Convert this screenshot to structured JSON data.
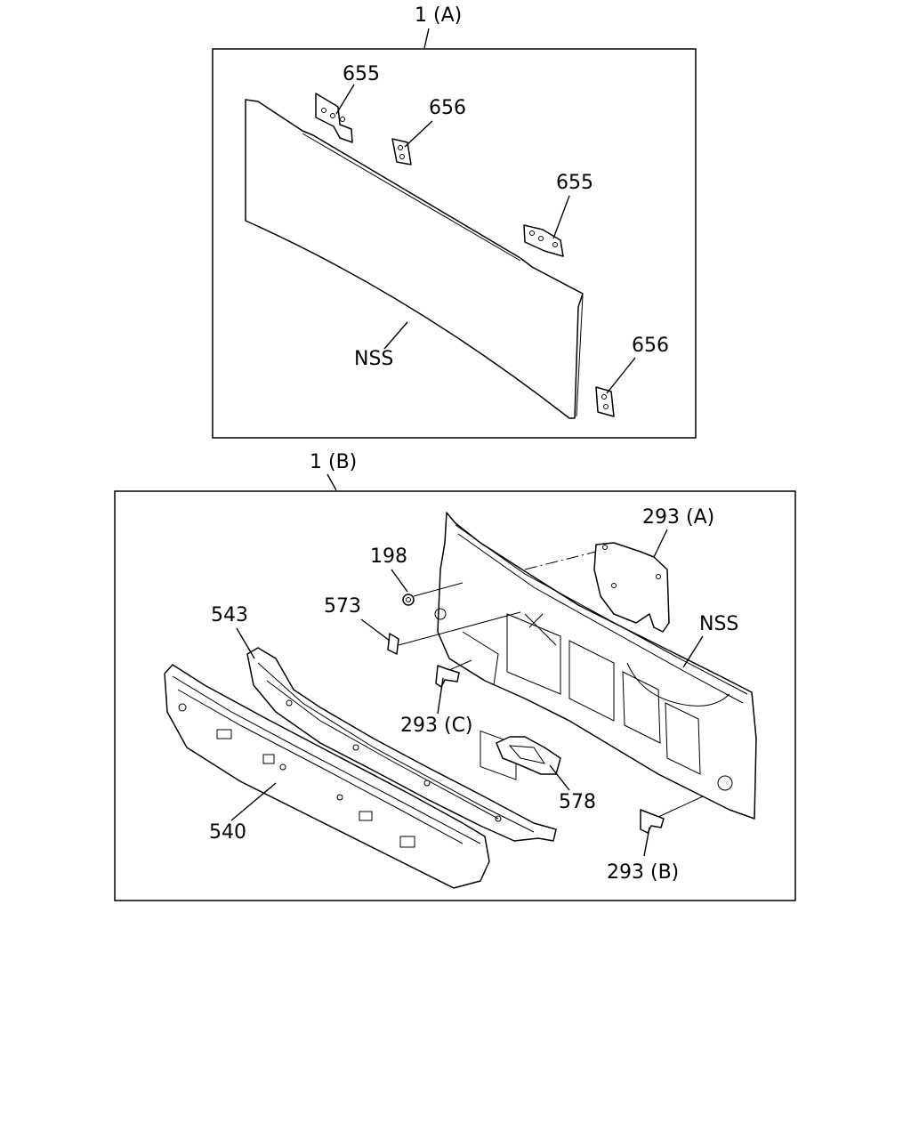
{
  "diagram": {
    "panel_a": {
      "title": "1 (A)",
      "labels": {
        "bracket_655_upper": "655",
        "bracket_656_upper": "656",
        "bracket_655_lower": "655",
        "bracket_656_lower": "656",
        "panel": "NSS"
      }
    },
    "panel_b": {
      "title": "1 (B)",
      "labels": {
        "part_293a": "293 (A)",
        "part_198": "198",
        "part_573": "573",
        "part_543": "543",
        "part_nss": "NSS",
        "part_293c": "293 (C)",
        "part_578": "578",
        "part_540": "540",
        "part_293b": "293 (B)"
      }
    }
  }
}
